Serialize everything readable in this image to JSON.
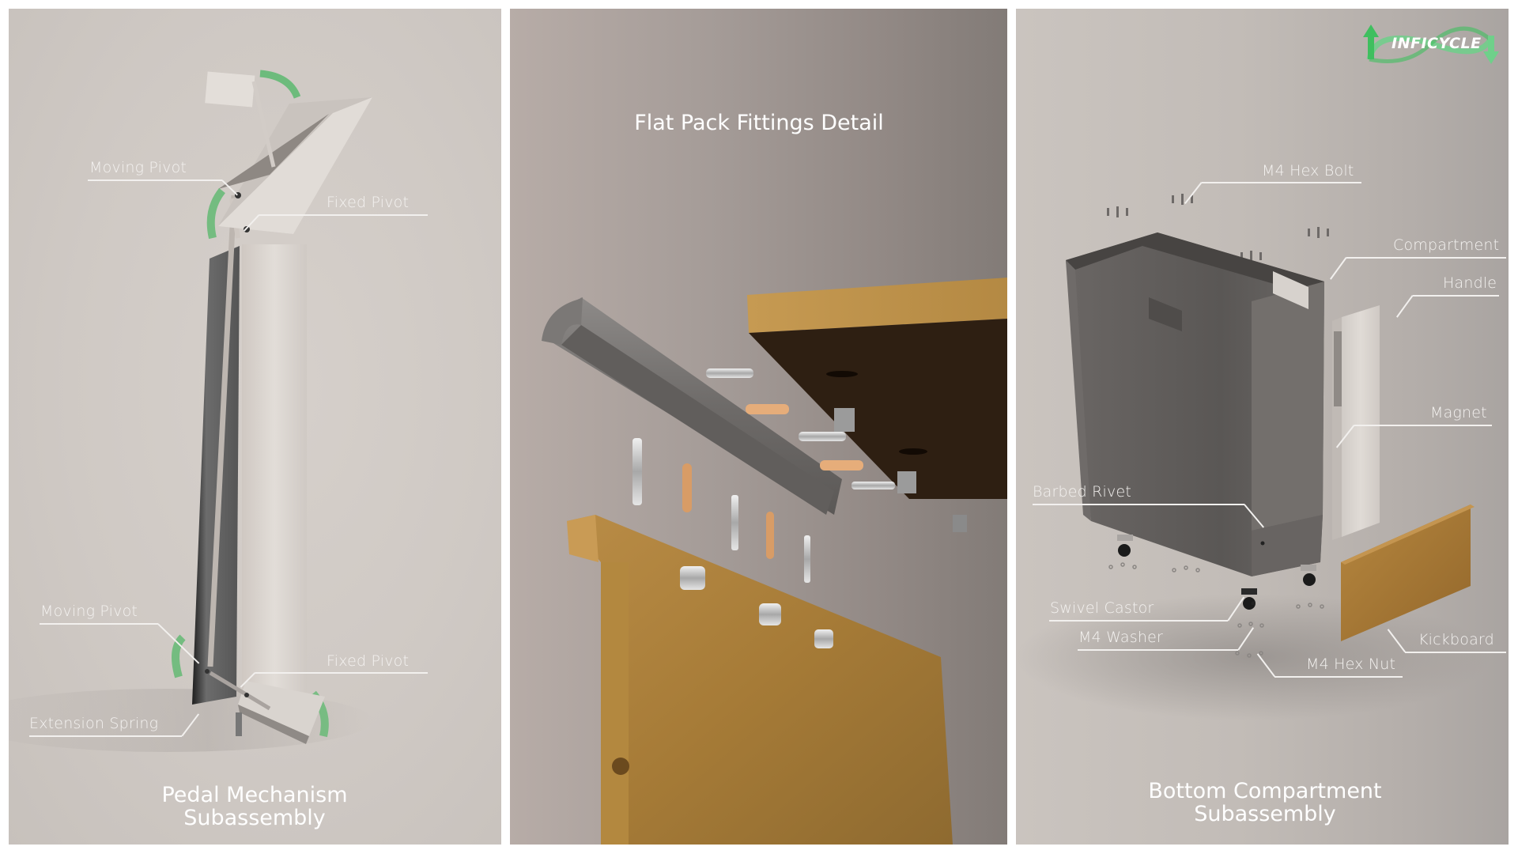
{
  "brand": {
    "logo_text": "INFICYCLE",
    "logo_color": "#3fbf5f"
  },
  "panels": [
    {
      "id": "pedal-mechanism",
      "title_line1": "Pedal Mechanism",
      "title_line2": "Subassembly",
      "labels": {
        "moving_pivot_top": "Moving Pivot",
        "fixed_pivot_top": "Fixed Pivot",
        "moving_pivot_bottom": "Moving Pivot",
        "fixed_pivot_bottom": "Fixed Pivot",
        "extension_spring": "Extension Spring"
      }
    },
    {
      "id": "flat-pack-fittings",
      "title": "Flat Pack Fittings Detail"
    },
    {
      "id": "bottom-compartment",
      "title_line1": "Bottom Compartment",
      "title_line2": "Subassembly",
      "labels": {
        "m4_hex_bolt": "M4 Hex Bolt",
        "compartment": "Compartment",
        "handle": "Handle",
        "magnet": "Magnet",
        "barbed_rivet": "Barbed Rivet",
        "swivel_castor": "Swivel Castor",
        "m4_washer": "M4 Washer",
        "m4_hex_nut": "M4 Hex Nut",
        "kickboard": "Kickboard"
      }
    }
  ],
  "colors": {
    "arrow_green": "#5cb86e",
    "oak": "#b0853e",
    "dark_wood": "#2c1d10",
    "compartment_grey": "#5e5b59",
    "brushed_steel": "#d9d4cf"
  }
}
